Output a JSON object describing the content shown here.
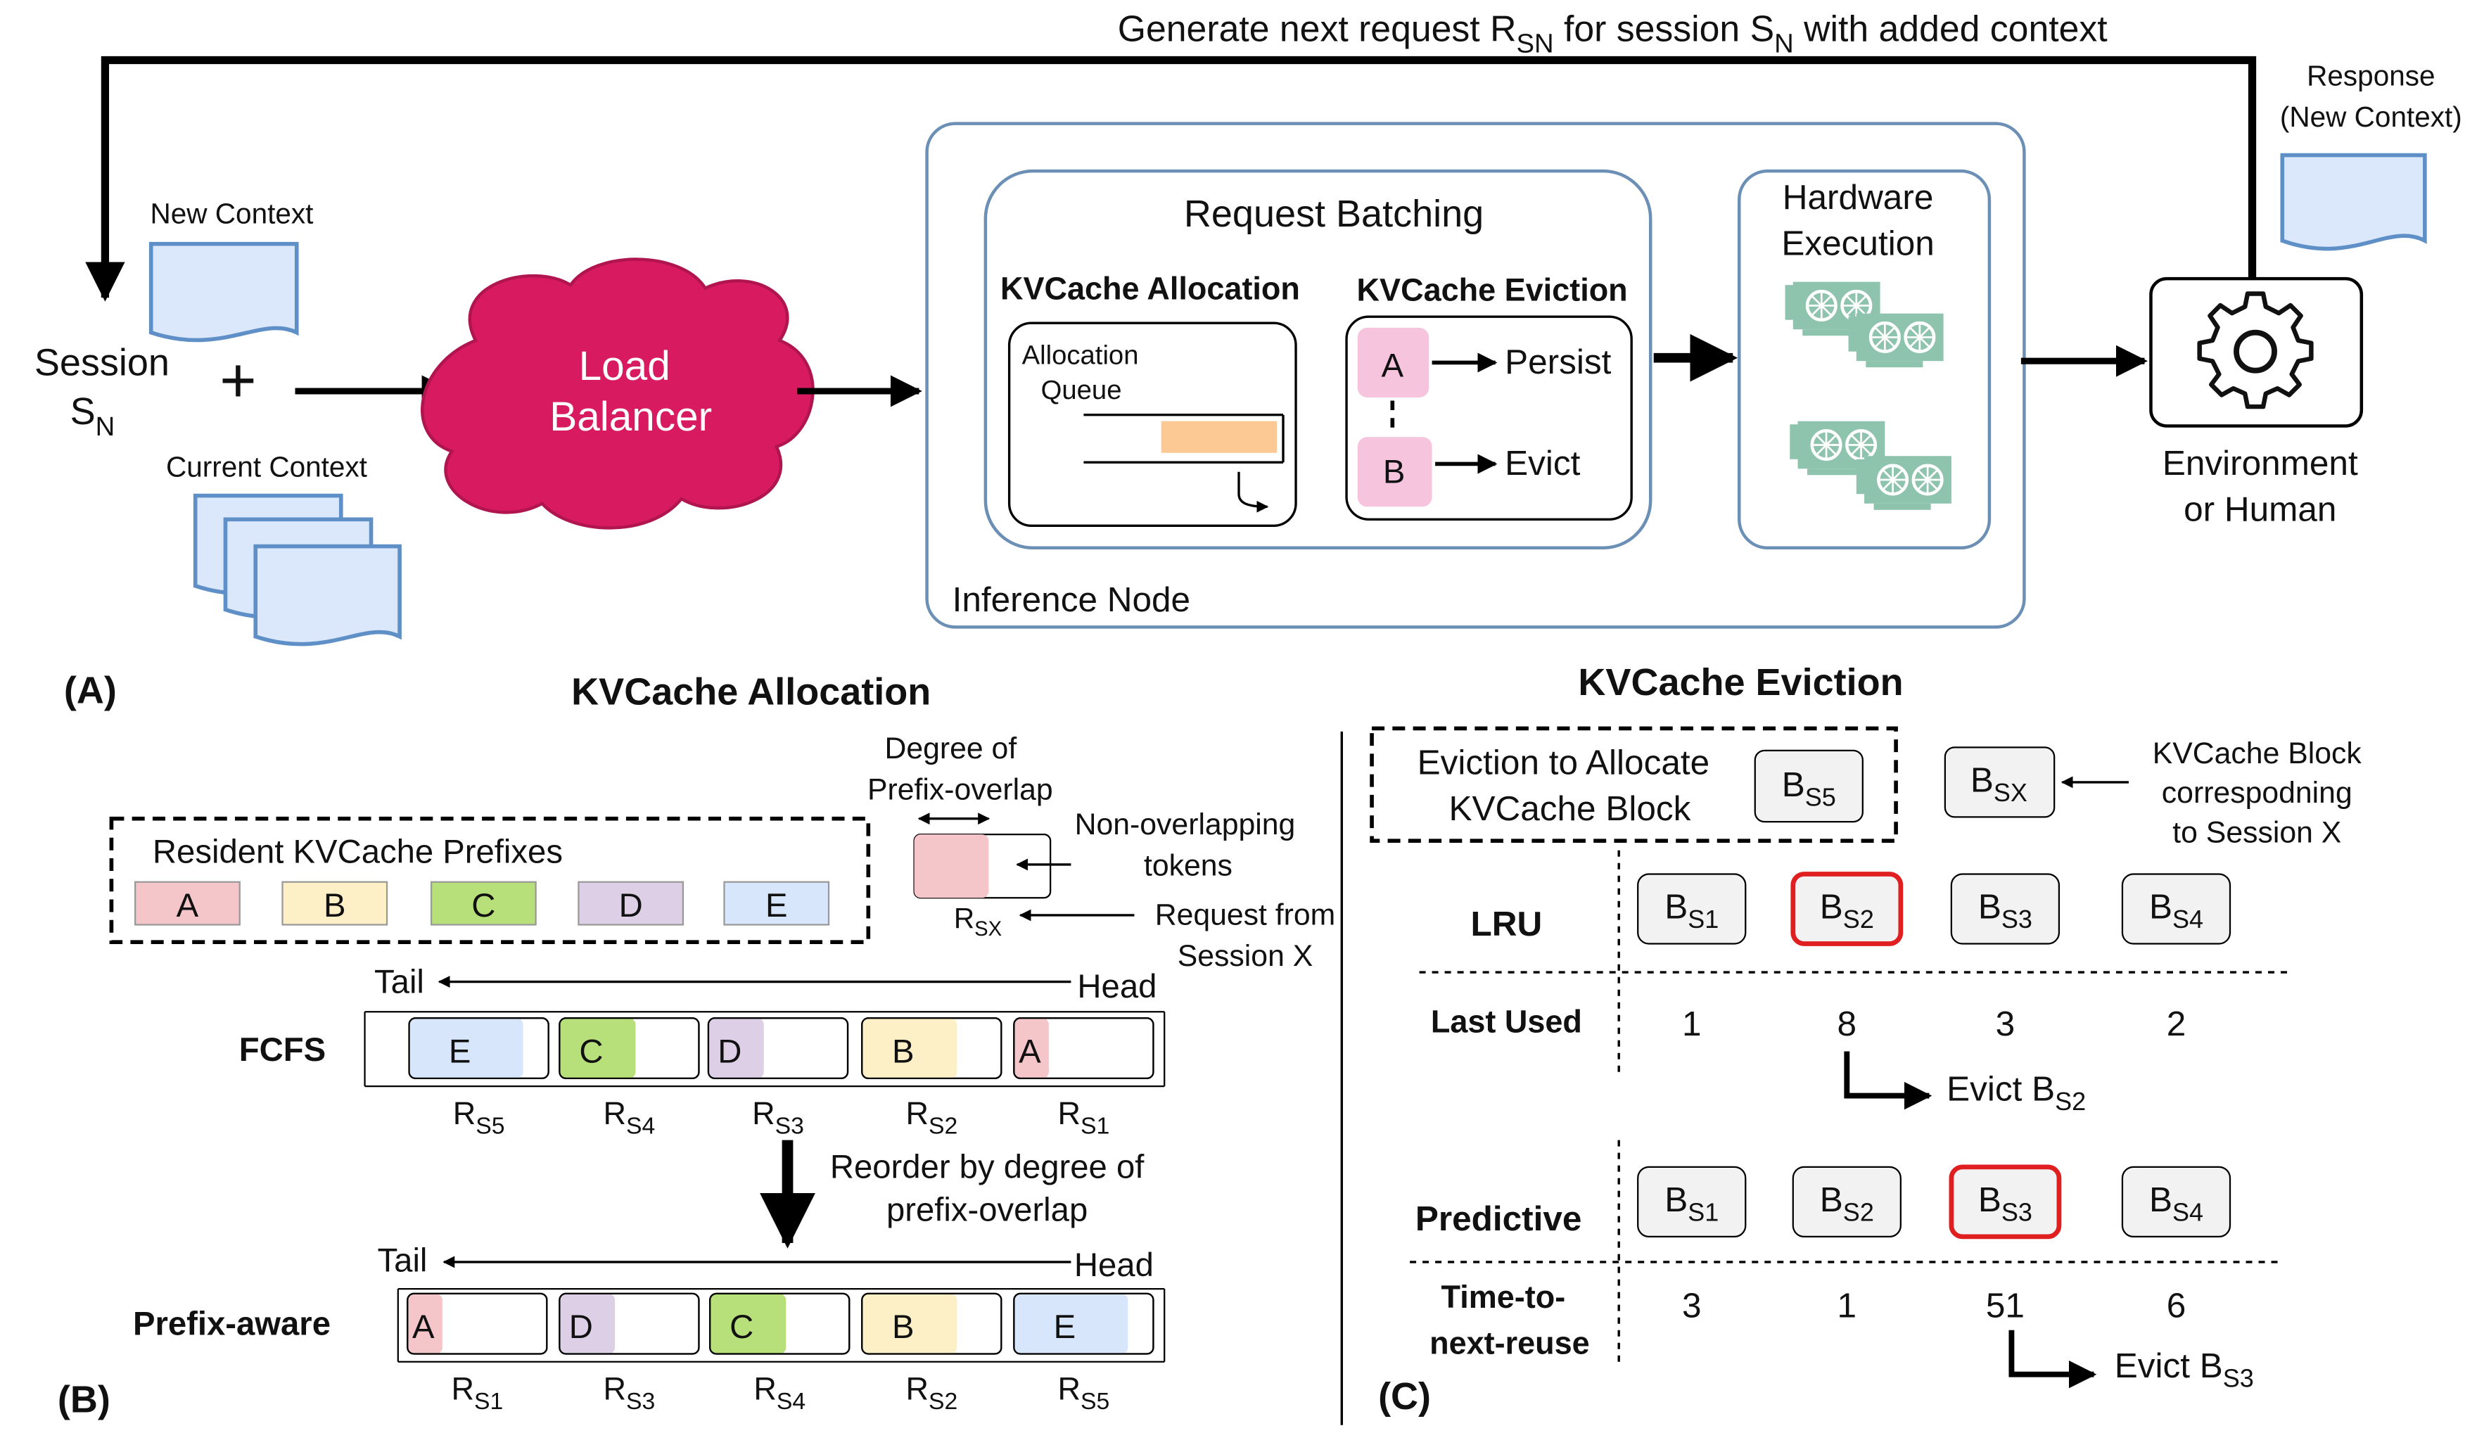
{
  "colors": {
    "node_border": "#6b8fb5",
    "balancer": "#d81b60",
    "doc_fill": "#dbe7fb",
    "doc_stroke": "#5f8fc7",
    "gpu": "#8ec3ae",
    "evict_highlight": "#e02020",
    "block_fill": "#f2f2f2",
    "prefix_a": "#f5c6c9",
    "prefix_b": "#fdf0c6",
    "prefix_c": "#b8e07a",
    "prefix_d": "#ddd0e6",
    "prefix_e": "#d8e6fb",
    "queue_bar": "#fcc995",
    "ab_fill": "#f6c4dc"
  },
  "icons": [
    "document-icon",
    "cloud-icon",
    "gpu-card-icon",
    "gear-icon"
  ],
  "panel_a": {
    "panel_label": "(A)",
    "feedback": {
      "pre": "Generate next request R",
      "sub1": "SN",
      "mid": " for session S",
      "sub2": "N",
      "post": "  with added context"
    },
    "response": {
      "line1": "Response",
      "line2": "(New Context)"
    },
    "new_context": "New Context",
    "session": {
      "line1": "Session",
      "base": "S",
      "sub": "N"
    },
    "plus": "+",
    "current_context": "Current Context",
    "load_balancer": {
      "line1": "Load",
      "line2": "Balancer"
    },
    "inference_node": "Inference Node",
    "request_batching": "Request Batching",
    "kv_alloc_title": "KVCache Allocation",
    "allocation_queue": {
      "line1": "Allocation",
      "line2": "Queue"
    },
    "kv_evict_title": "KVCache Eviction",
    "block_a": "A",
    "block_b": "B",
    "persist": "Persist",
    "evict": "Evict",
    "hardware": {
      "line1": "Hardware",
      "line2": "Execution"
    },
    "environment": {
      "line1": "Environment",
      "line2": "or Human"
    }
  },
  "panel_b": {
    "panel_label": "(B)",
    "title": "KVCache Allocation",
    "resident_title": "Resident KVCache Prefixes",
    "prefixes": [
      "A",
      "B",
      "C",
      "D",
      "E"
    ],
    "degree": {
      "line1": "Degree of",
      "line2": "Prefix-overlap"
    },
    "non_overlap": {
      "line1": "Non-overlapping",
      "line2": "tokens"
    },
    "request_from": {
      "line1": "Request from",
      "line2": "Session X"
    },
    "rsx": {
      "base": "R",
      "sub": "SX"
    },
    "tail": "Tail",
    "head": "Head",
    "fcfs": "FCFS",
    "fcfs_queue": [
      {
        "letter": "E",
        "fill": 0.82,
        "r": "R",
        "sub": "S5"
      },
      {
        "letter": "C",
        "fill": 0.55,
        "r": "R",
        "sub": "S4"
      },
      {
        "letter": "D",
        "fill": 0.4,
        "r": "R",
        "sub": "S3"
      },
      {
        "letter": "B",
        "fill": 0.68,
        "r": "R",
        "sub": "S2"
      },
      {
        "letter": "A",
        "fill": 0.25,
        "r": "R",
        "sub": "S1"
      }
    ],
    "reorder": {
      "line1": "Reorder by degree of",
      "line2": "prefix-overlap"
    },
    "prefix_aware": "Prefix-aware",
    "pa_queue": [
      {
        "letter": "A",
        "fill": 0.25,
        "r": "R",
        "sub": "S1"
      },
      {
        "letter": "D",
        "fill": 0.4,
        "r": "R",
        "sub": "S3"
      },
      {
        "letter": "C",
        "fill": 0.55,
        "r": "R",
        "sub": "S4"
      },
      {
        "letter": "B",
        "fill": 0.68,
        "r": "R",
        "sub": "S2"
      },
      {
        "letter": "E",
        "fill": 0.82,
        "r": "R",
        "sub": "S5"
      }
    ]
  },
  "panel_c": {
    "panel_label": "(C)",
    "title": "KVCache Eviction",
    "evict_box": {
      "line1": "Eviction to Allocate",
      "line2": "KVCache Block"
    },
    "bs5": {
      "base": "B",
      "sub": "S5"
    },
    "bsx": {
      "base": "B",
      "sub": "SX"
    },
    "block_note": {
      "line1": "KVCache Block",
      "line2": "correspodning",
      "line3": "to Session X"
    },
    "lru": "LRU",
    "lru_blocks": [
      {
        "base": "B",
        "sub": "S1"
      },
      {
        "base": "B",
        "sub": "S2"
      },
      {
        "base": "B",
        "sub": "S3"
      },
      {
        "base": "B",
        "sub": "S4"
      }
    ],
    "last_used": "Last Used",
    "last_used_values": [
      "1",
      "8",
      "3",
      "2"
    ],
    "evict_lru": {
      "pre": "Evict B",
      "sub": "S2"
    },
    "predictive": "Predictive",
    "pred_blocks": [
      {
        "base": "B",
        "sub": "S1"
      },
      {
        "base": "B",
        "sub": "S2"
      },
      {
        "base": "B",
        "sub": "S3"
      },
      {
        "base": "B",
        "sub": "S4"
      }
    ],
    "ttnr": {
      "line1": "Time-to-",
      "line2": "next-reuse"
    },
    "ttnr_values": [
      "3",
      "1",
      "51",
      "6"
    ],
    "evict_pred": {
      "pre": "Evict B",
      "sub": "S3"
    }
  }
}
